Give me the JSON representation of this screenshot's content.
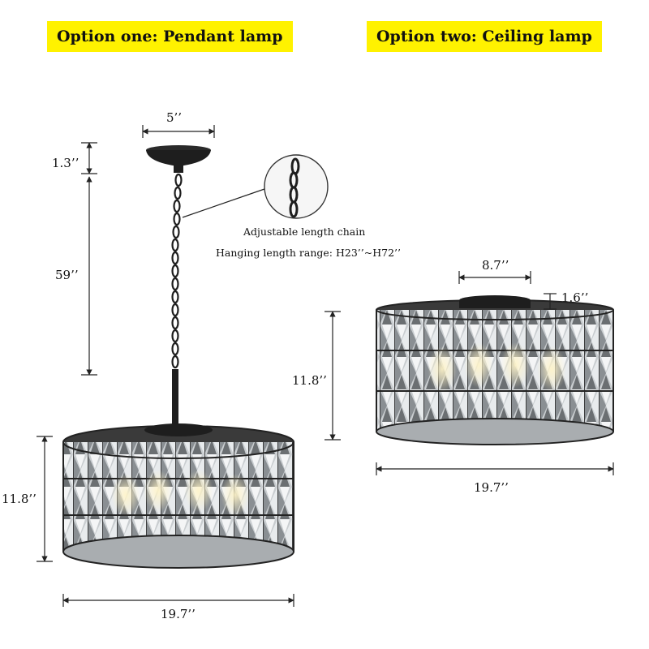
{
  "titles": {
    "option_one": "Option one: Pendant lamp",
    "option_two": "Option two: Ceiling lamp"
  },
  "pendant": {
    "canopy_width": "5’’",
    "canopy_height": "1.3’’",
    "chain_length": "59’’",
    "shade_height": "11.8’’",
    "shade_width": "19.7’’",
    "chain_note_title": "Adjustable length chain",
    "chain_note_range": "Hanging length range: H23’’~H72’’"
  },
  "ceiling": {
    "canopy_width": "8.7’’",
    "canopy_height": "1.6’’",
    "shade_height": "11.8’’",
    "shade_width": "19.7’’"
  },
  "colors": {
    "title_bg": "#fff200",
    "metal": "#1e1e1e",
    "crystal_light": "#d9dde0",
    "crystal_dark": "#6b6f72"
  }
}
